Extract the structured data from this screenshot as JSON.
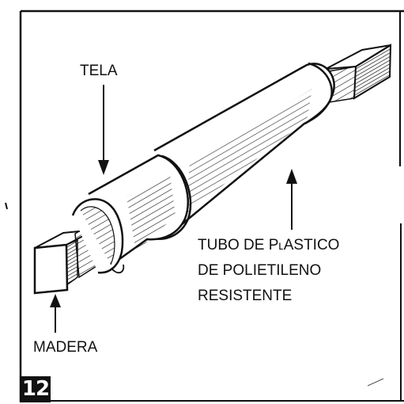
{
  "labels": {
    "tela": "TELA",
    "tubo_line1": "TUBO DE P˪ASTICO",
    "tubo_line2": "DE POLIETILENO",
    "tubo_line3": "RESISTENTE",
    "madera": "MADERA"
  },
  "figure_number": "12",
  "colors": {
    "ink": "#111111",
    "paper": "#ffffff"
  }
}
